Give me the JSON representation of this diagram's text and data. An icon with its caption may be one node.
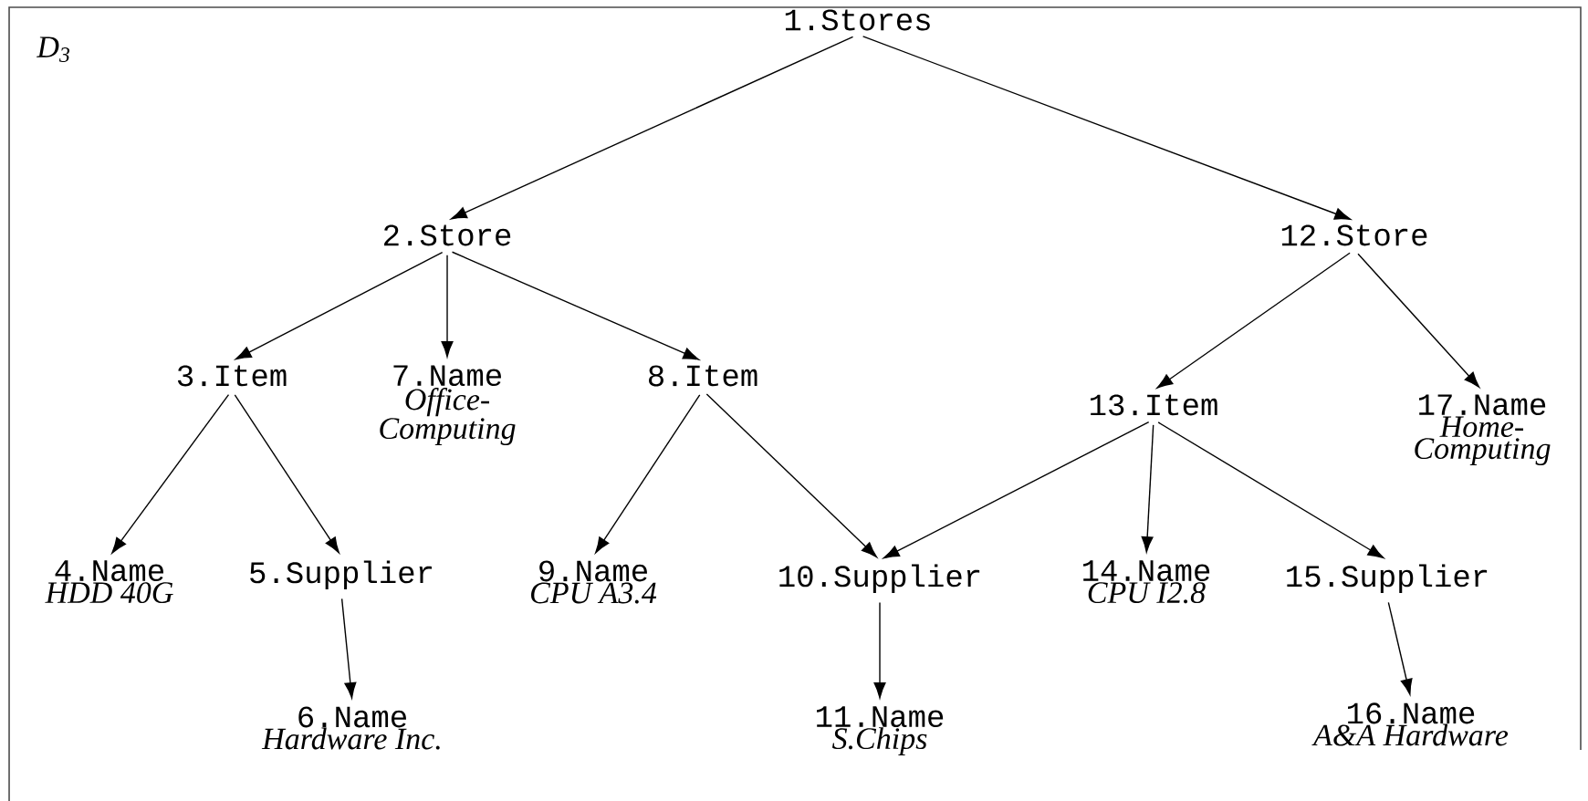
{
  "diagram": {
    "nodes": [
      {
        "text": [
          "1.Stores"
        ]
      },
      {
        "text": [
          "2.Store"
        ]
      },
      {
        "text": [
          "3.Item"
        ]
      },
      {
        "text": [
          "4.Name",
          "HDD 40G"
        ]
      },
      {
        "text": [
          "5.Supplier"
        ]
      },
      {
        "text": [
          "6.Name",
          "Hardware Inc."
        ]
      },
      {
        "text": [
          "7.Name",
          "Office-Computing"
        ]
      },
      {
        "text": [
          "8.Item"
        ]
      },
      {
        "text": [
          "9.Name",
          "CPU A3.4"
        ]
      },
      {
        "text": [
          "10.Supplier"
        ]
      },
      {
        "text": [
          "11.Name",
          "S.Chips"
        ]
      },
      {
        "text": [
          "12.Store"
        ]
      },
      {
        "text": [
          "13.Item"
        ]
      },
      {
        "text": [
          "14.Name",
          "CPU I2.8"
        ]
      },
      {
        "text": [
          "15.Supplier"
        ]
      },
      {
        "text": [
          "16.Name",
          "A&A Hardware"
        ]
      },
      {
        "text": [
          "17.Name",
          "Home-Computing"
        ]
      }
    ],
    "edges": [
      {
        "from": 0,
        "to": 1,
        "arrow": "to"
      },
      {
        "from": 0,
        "to": 11,
        "arrow": "to"
      },
      {
        "from": 1,
        "to": 2,
        "arrow": "to"
      },
      {
        "from": 1,
        "to": 6,
        "arrow": "to"
      },
      {
        "from": 1,
        "to": 7,
        "arrow": "to"
      },
      {
        "from": 2,
        "to": 3,
        "arrow": "to"
      },
      {
        "from": 2,
        "to": 4,
        "arrow": "to"
      },
      {
        "from": 4,
        "to": 5,
        "arrow": "to"
      },
      {
        "from": 7,
        "to": 8,
        "arrow": "to"
      },
      {
        "from": 7,
        "to": 9,
        "arrow": "to"
      },
      {
        "from": 9,
        "to": 10,
        "arrow": "to"
      },
      {
        "from": 11,
        "to": 12,
        "arrow": "to"
      },
      {
        "from": 11,
        "to": 16,
        "arrow": "to"
      },
      {
        "from": 12,
        "to": 9,
        "arrow": "to"
      },
      {
        "from": 12,
        "to": 13,
        "arrow": "to"
      },
      {
        "from": 12,
        "to": 14,
        "arrow": "to"
      },
      {
        "from": 14,
        "to": 15,
        "arrow": "to"
      }
    ],
    "labels": [
      "D$_{3}$"
    ]
  }
}
